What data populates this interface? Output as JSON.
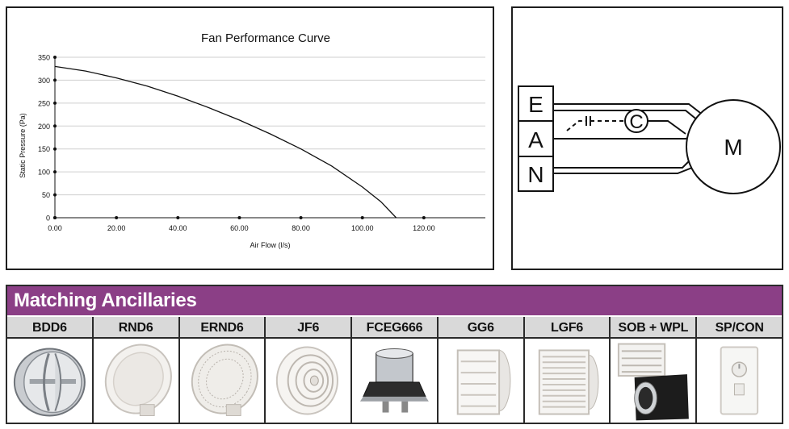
{
  "chart_data": {
    "type": "line",
    "title": "Fan Performance Curve",
    "xlabel": "Air Flow (l/s)",
    "ylabel": "Static Pressure (Pa)",
    "xlim": [
      0,
      140
    ],
    "ylim": [
      0,
      350
    ],
    "x_ticks": [
      "0.00",
      "20.00",
      "40.00",
      "60.00",
      "80.00",
      "100.00",
      "120.00"
    ],
    "x_tick_values": [
      0,
      20,
      40,
      60,
      80,
      100,
      120
    ],
    "y_ticks": [
      "0",
      "50",
      "100",
      "150",
      "200",
      "250",
      "300",
      "350"
    ],
    "y_tick_values": [
      0,
      50,
      100,
      150,
      200,
      250,
      300,
      350
    ],
    "grid": true,
    "series": [
      {
        "x": [
          0,
          10,
          20,
          30,
          40,
          50,
          60,
          70,
          80,
          90,
          100,
          106,
          111
        ],
        "y": [
          330,
          320,
          305,
          287,
          265,
          240,
          213,
          183,
          150,
          113,
          67,
          35,
          0
        ]
      }
    ]
  },
  "wiring": {
    "terminals": [
      "E",
      "A",
      "N"
    ],
    "capacitor_label": "C",
    "motor_label": "M"
  },
  "ancillaries": {
    "title": "Matching Ancillaries",
    "items": [
      {
        "name": "BDD6",
        "icon": "backdraft-damper-icon"
      },
      {
        "name": "RND6",
        "icon": "round-grille-icon"
      },
      {
        "name": "ERND6",
        "icon": "round-grille-icon"
      },
      {
        "name": "JF6",
        "icon": "jet-diffuser-icon"
      },
      {
        "name": "FCEG666",
        "icon": "ceiling-box-icon"
      },
      {
        "name": "GG6",
        "icon": "gravity-grille-icon"
      },
      {
        "name": "LGF6",
        "icon": "louvre-grille-icon"
      },
      {
        "name": "SOB + WPL",
        "icon": "soffit-box-icon"
      },
      {
        "name": "SP/CON",
        "icon": "speed-controller-icon"
      }
    ]
  }
}
